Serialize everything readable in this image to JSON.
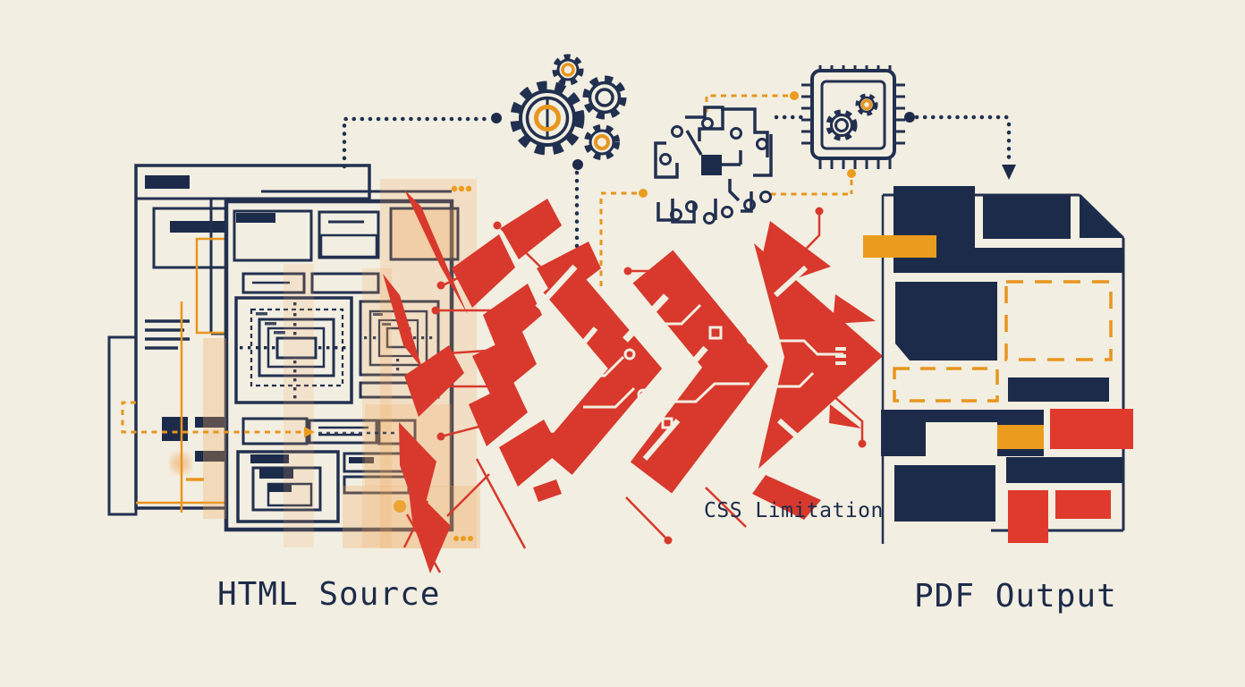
{
  "labels": {
    "html_source": "HTML Source",
    "pdf_output": "PDF Output",
    "css_limitation": "CSS Limitation"
  },
  "flow": {
    "source": "HTML Source",
    "output": "PDF Output",
    "annotation": "CSS Limitation",
    "process_icons": [
      "gears-icon",
      "circuit-board-icon",
      "chip-icon"
    ]
  },
  "icons": [
    "gears-icon",
    "circuit-board-icon",
    "chip-icon",
    "circuit-arrow-icon",
    "html-wireframe-documents",
    "pdf-document-folded-corner",
    "down-arrowhead-icon",
    "dashed-connector-lines"
  ],
  "palette": {
    "background": "#f2eee1",
    "ink_navy": "#1d2b4a",
    "line_navy": "#223050",
    "red": "#d8392c",
    "red_bright": "#e03a2c",
    "orange": "#e8951f",
    "orange_fill": "#ec9c1d",
    "orange_wash": "#f0a85c"
  }
}
